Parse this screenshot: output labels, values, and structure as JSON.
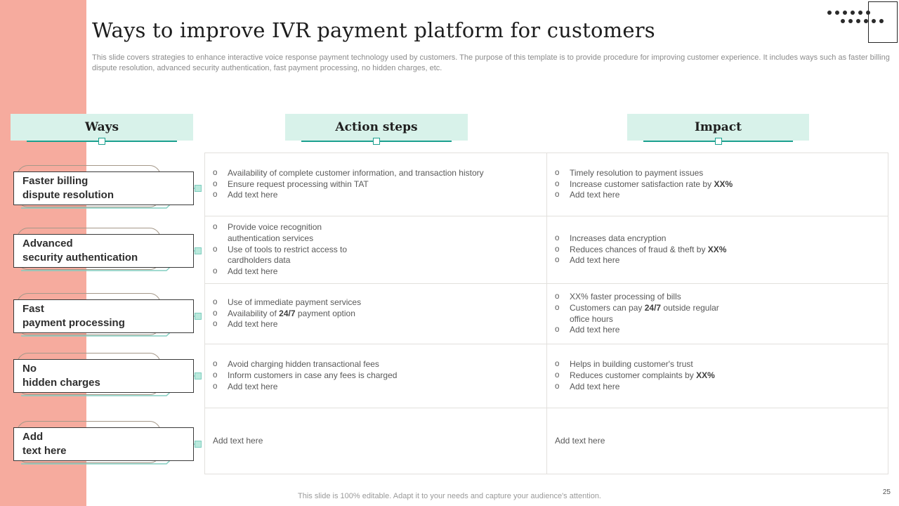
{
  "slide": {
    "title": "Ways to improve IVR payment platform for customers",
    "subtitle": "This slide covers strategies to enhance interactive voice response payment technology used by customers. The purpose of this template is to provide procedure for improving customer experience. It includes ways such as faster billing dispute resolution, advanced security authentication, fast payment processing, no hidden charges, etc.",
    "footer_note": "This slide is 100% editable. Adapt it to your needs and capture your audience's attention.",
    "page_number": "25"
  },
  "columns": {
    "ways": "Ways",
    "action_steps": "Action steps",
    "impact": "Impact"
  },
  "logo": {
    "dot_rows": 2,
    "dots_per_row": 6
  },
  "ways": {
    "items": [
      {
        "lines": [
          "Faster billing",
          "dispute resolution"
        ]
      },
      {
        "lines": [
          "Advanced",
          "security authentication"
        ]
      },
      {
        "lines": [
          "Fast",
          "payment processing"
        ]
      },
      {
        "lines": [
          "No",
          "hidden charges"
        ]
      },
      {
        "lines": [
          "Add",
          "text here"
        ]
      }
    ]
  },
  "table": {
    "rows": [
      {
        "action_steps": {
          "bulleted": true,
          "items": [
            [
              "Availability of complete customer information, and transaction history"
            ],
            [
              "Ensure request processing within TAT"
            ],
            [
              "Add text here"
            ]
          ]
        },
        "impact": {
          "bulleted": true,
          "items": [
            [
              "Timely resolution to payment issues"
            ],
            [
              "Increase customer satisfaction rate by ",
              {
                "b": "XX%"
              }
            ],
            [
              "Add text here"
            ]
          ]
        }
      },
      {
        "action_steps": {
          "bulleted": true,
          "items": [
            [
              "Provide voice recognition\nauthentication services"
            ],
            [
              "Use of tools to restrict access to\ncardholders data"
            ],
            [
              "Add text here"
            ]
          ]
        },
        "impact": {
          "bulleted": true,
          "items": [
            [
              "Increases data encryption"
            ],
            [
              "Reduces chances of fraud & theft by ",
              {
                "b": "XX%"
              }
            ],
            [
              "Add text here"
            ]
          ]
        }
      },
      {
        "action_steps": {
          "bulleted": true,
          "items": [
            [
              "Use of immediate payment services"
            ],
            [
              "Availability of ",
              {
                "b": "24/7"
              },
              " payment option"
            ],
            [
              "Add text here"
            ]
          ]
        },
        "impact": {
          "bulleted": true,
          "items": [
            [
              "XX% faster processing of bills"
            ],
            [
              "Customers can pay ",
              {
                "b": "24/7"
              },
              " outside regular\noffice hours"
            ],
            [
              "Add text here"
            ]
          ]
        }
      },
      {
        "action_steps": {
          "bulleted": true,
          "items": [
            [
              "Avoid charging hidden transactional fees"
            ],
            [
              "Inform customers in case any fees is charged"
            ],
            [
              "Add text here"
            ]
          ]
        },
        "impact": {
          "bulleted": true,
          "items": [
            [
              "Helps in building customer's trust"
            ],
            [
              "Reduces customer complaints by ",
              {
                "b": "XX%"
              }
            ],
            [
              "Add text here"
            ]
          ]
        }
      },
      {
        "action_steps": {
          "bulleted": false,
          "items": [
            [
              "Add text here"
            ]
          ]
        },
        "impact": {
          "bulleted": false,
          "items": [
            [
              "Add text here"
            ]
          ]
        }
      }
    ]
  },
  "colors": {
    "accent_salmon": "#F6AB9E",
    "header_mint": "#D8F2EA",
    "teal": "#1CA08F",
    "connector_teal": "#82CEC1"
  }
}
